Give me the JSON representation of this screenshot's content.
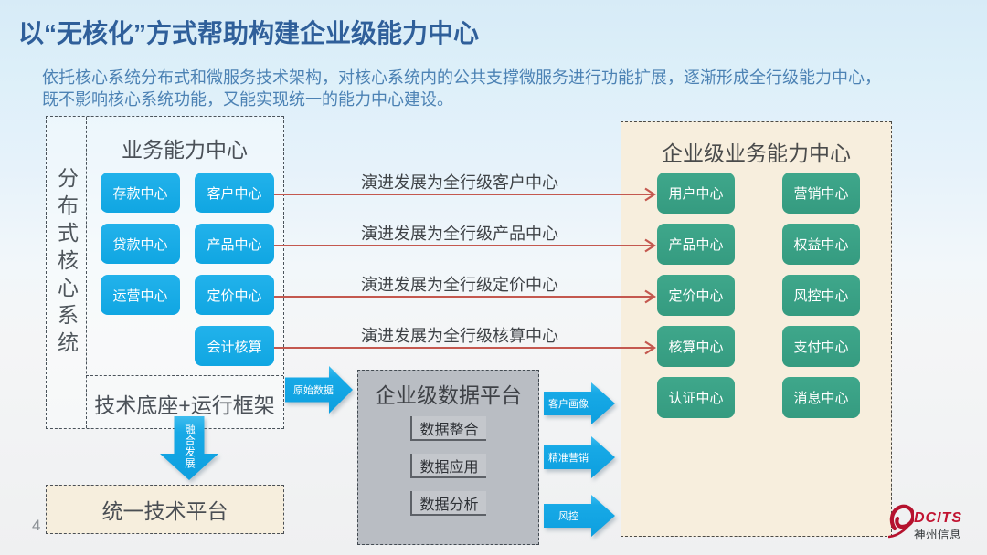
{
  "slide": {
    "title": "以“无核化”方式帮助构建企业级能力中心",
    "subtitle_line1": "依托核心系统分布式和微服务技术架构，对核心系统内的公共支撑微服务进行功能扩展，逐渐形成全行级能力中心，",
    "subtitle_line2": "既不影响核心系统功能，又能实现统一的能力中心建设。",
    "page_number": "4"
  },
  "left_panel": {
    "side_label": "分布式核心系统",
    "inner_title": "业务能力中心",
    "buttons": [
      "存款中心",
      "客户中心",
      "贷款中心",
      "产品中心",
      "运营中心",
      "定价中心",
      "会计核算"
    ],
    "base_label": "技术底座+运行框架"
  },
  "platform_box": {
    "label": "统一技术平台"
  },
  "down_arrow": {
    "label": "融合发展"
  },
  "connectors": [
    {
      "label": "演进发展为全行级客户中心"
    },
    {
      "label": "演进发展为全行级产品中心"
    },
    {
      "label": "演进发展为全行级定价中心"
    },
    {
      "label": "演进发展为全行级核算中心"
    }
  ],
  "data_platform": {
    "title": "企业级数据平台",
    "items": [
      "数据整合",
      "数据应用",
      "数据分析"
    ],
    "input_arrow_label": "原始数据",
    "output_arrow_labels": [
      "客户画像",
      "精准营销",
      "风控"
    ]
  },
  "right_panel": {
    "title": "企业级业务能力中心",
    "buttons": [
      "用户中心",
      "营销中心",
      "产品中心",
      "权益中心",
      "定价中心",
      "风控中心",
      "核算中心",
      "支付中心",
      "认证中心",
      "消息中心"
    ]
  },
  "logo": {
    "brand": "DCITS",
    "company": "神州信息"
  },
  "colors": {
    "title_blue": "#2f5f9a",
    "subtitle_blue": "#4c82b4",
    "accent_blue": "#16ade6",
    "accent_green": "#3aa086",
    "arrow_red": "#c0544e",
    "panel_tan": "#f7eedd",
    "panel_gray": "#b9bdc3"
  }
}
